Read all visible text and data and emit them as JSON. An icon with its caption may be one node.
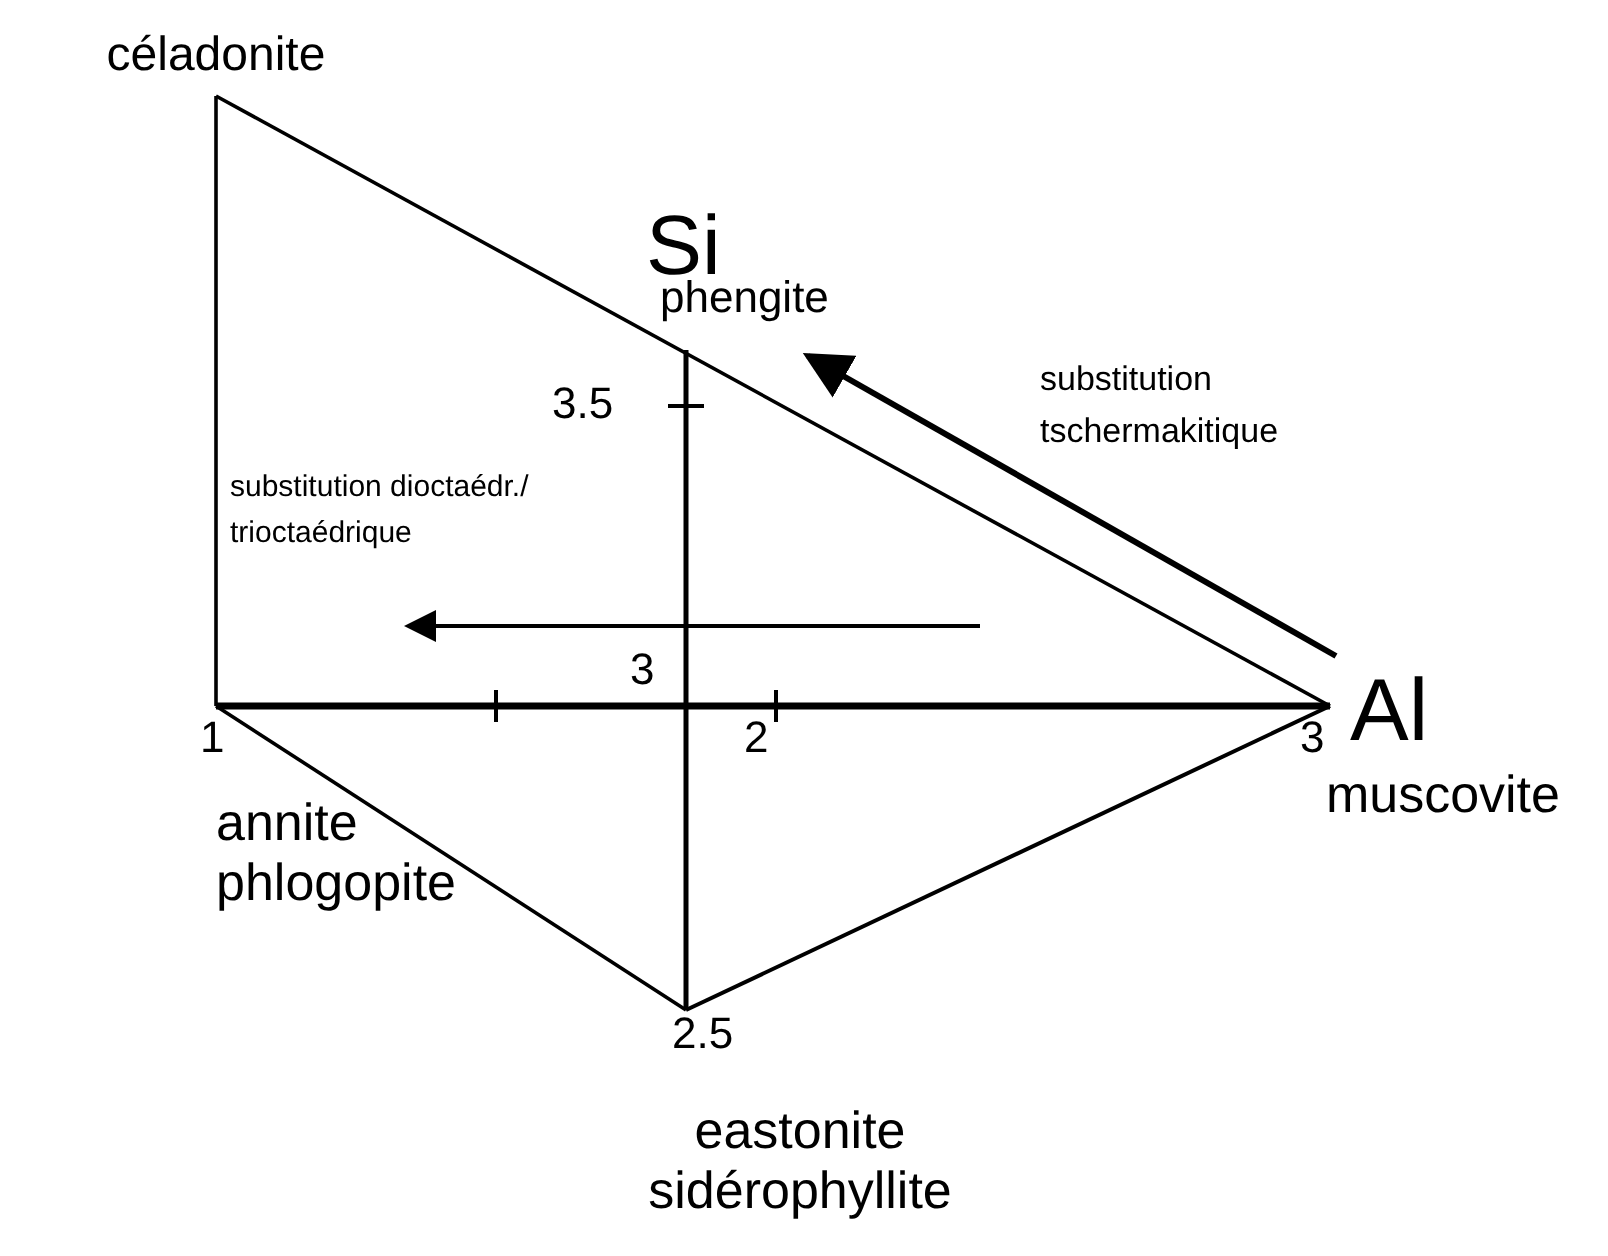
{
  "diagram": {
    "nodes": [
      {
        "text": [
          "céladonite"
        ]
      },
      {
        "text": [
          "phengite"
        ]
      },
      {
        "text": [
          "muscovite"
        ]
      },
      {
        "text": [
          "annite phlogopite"
        ]
      },
      {
        "text": [
          "eastonite sidérophyllite"
        ]
      }
    ],
    "edges": [
      {
        "from": 0,
        "to": 3,
        "arrow": "none"
      },
      {
        "from": 0,
        "to": 2,
        "arrow": "none"
      },
      {
        "from": 3,
        "to": 4,
        "arrow": "none"
      },
      {
        "from": 4,
        "to": 2,
        "arrow": "none"
      },
      {
        "from": 4,
        "to": 1,
        "arrow": "none"
      }
    ],
    "labels": [
      "Si",
      "3.5",
      "substitution tschermakitique",
      "substitution dioctaédr./ trioctaédrique",
      "3",
      "1",
      "2",
      "3",
      "Al",
      "2.5"
    ]
  }
}
